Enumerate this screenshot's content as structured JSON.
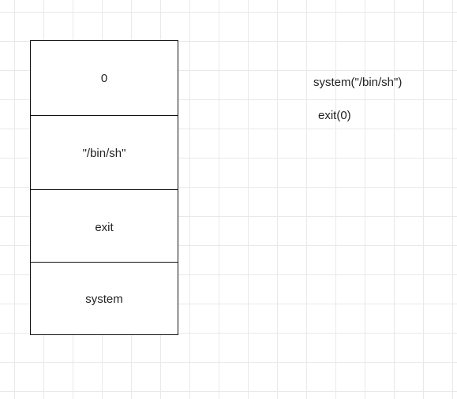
{
  "stack": {
    "cells": [
      {
        "label": "0"
      },
      {
        "label": "\"/bin/sh\""
      },
      {
        "label": "exit"
      },
      {
        "label": "system"
      }
    ]
  },
  "notes": {
    "call_system": "system(\"/bin/sh\")",
    "call_exit": "exit(0)"
  }
}
